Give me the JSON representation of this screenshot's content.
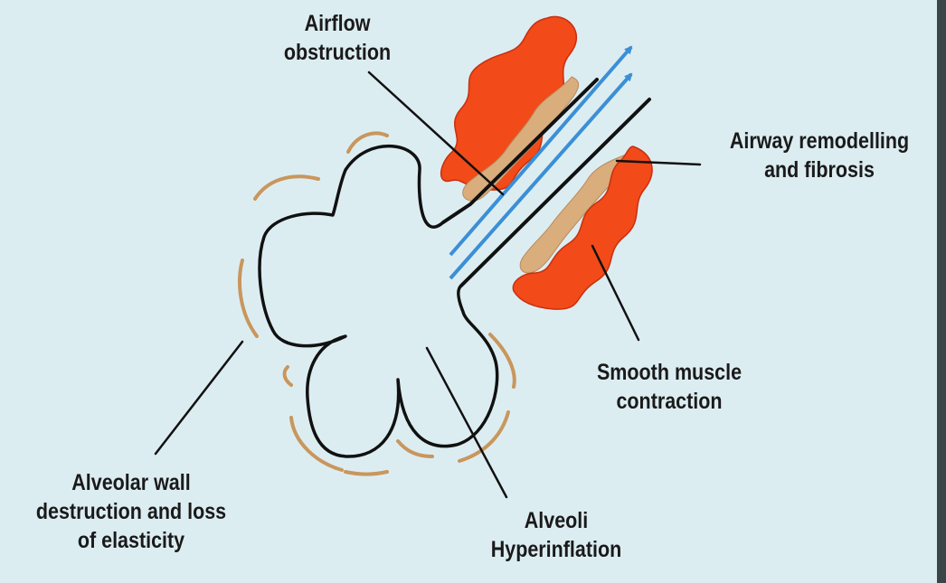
{
  "labels": {
    "airflow": [
      "Airflow",
      "obstruction"
    ],
    "remodelling": [
      "Airway remodelling",
      "and fibrosis"
    ],
    "smooth_muscle": [
      "Smooth muscle",
      "contraction"
    ],
    "alveolar_wall": [
      "Alveolar wall",
      "destruction and loss",
      "of elasticity"
    ],
    "hyperinflation": [
      "Alveoli",
      "Hyperinflation"
    ]
  },
  "colors": {
    "background": "#dcedf2",
    "muscle": "#f24a18",
    "muscle_outline": "#c73010",
    "fibrosis": "#d9ad7c",
    "alveolar_wall": "#c9965c",
    "airflow_arrow": "#3b8fd6",
    "outline": "#111111"
  },
  "icons": [
    "airflow-arrow-icon",
    "smooth-muscle-icon",
    "alveoli-icon"
  ]
}
